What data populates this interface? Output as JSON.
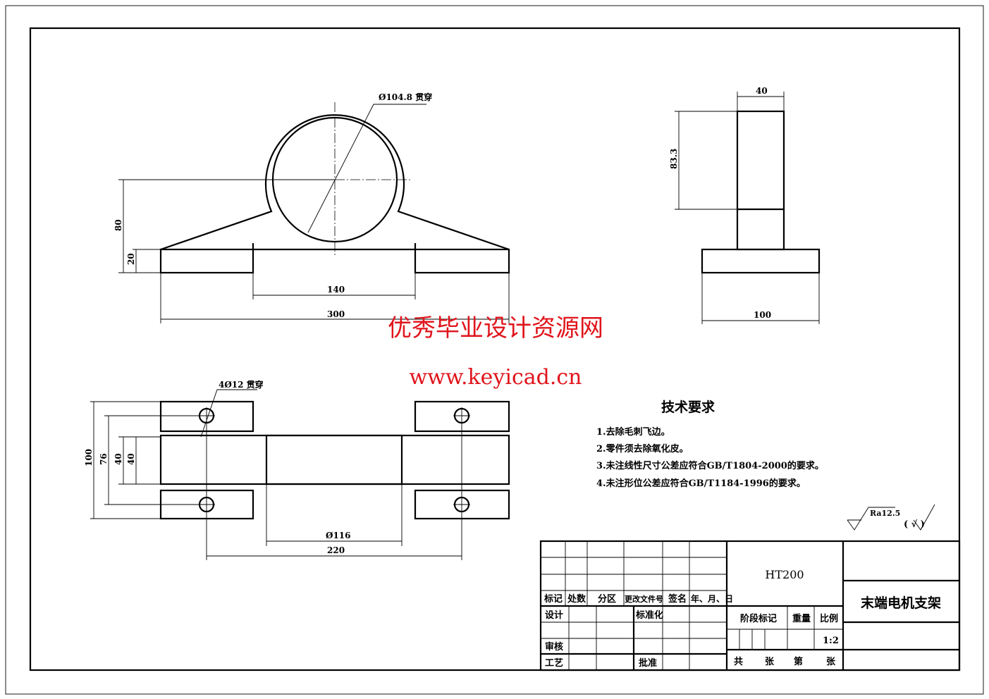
{
  "drawing": {
    "front_view": {
      "dim_bore": "Ø104.8 贯穿",
      "dim_height": "80",
      "dim_base": "20",
      "dim_gap": "140",
      "dim_length": "300"
    },
    "side_view": {
      "dim_width": "40",
      "dim_height": "83.3",
      "dim_base": "100"
    },
    "top_view": {
      "dim_holes": "4Ø12 贯穿",
      "dim_100": "100",
      "dim_76": "76",
      "dim_40a": "40",
      "dim_40b": "40",
      "dim_116": "Ø116",
      "dim_220": "220"
    },
    "watermark": {
      "line1": "优秀毕业设计资源网",
      "line2": "www.keyicad.cn"
    },
    "tech_requirements": {
      "title": "技术要求",
      "items": [
        "1.去除毛刺飞边。",
        "2.零件须去除氧化皮。",
        "3.未注线性尺寸公差应符合GB/T1804-2000的要求。",
        "4.未注形位公差应符合GB/T1184-1996的要求。"
      ]
    },
    "roughness": {
      "value": "Ra12.5",
      "other": "( √ )"
    }
  },
  "title_block": {
    "material": "HT200",
    "part_name": "末端电机支架",
    "headers": [
      "标记",
      "处数",
      "分区",
      "更改文件号",
      "签名",
      "年、月、日"
    ],
    "design": "设计",
    "standardization": "标准化",
    "review": "审核",
    "process": "工艺",
    "approve": "批准",
    "stage_mark": "阶段标记",
    "weight": "重量",
    "scale_label": "比例",
    "scale": "1:2",
    "sheets": [
      "共",
      "张",
      "第",
      "张"
    ]
  }
}
